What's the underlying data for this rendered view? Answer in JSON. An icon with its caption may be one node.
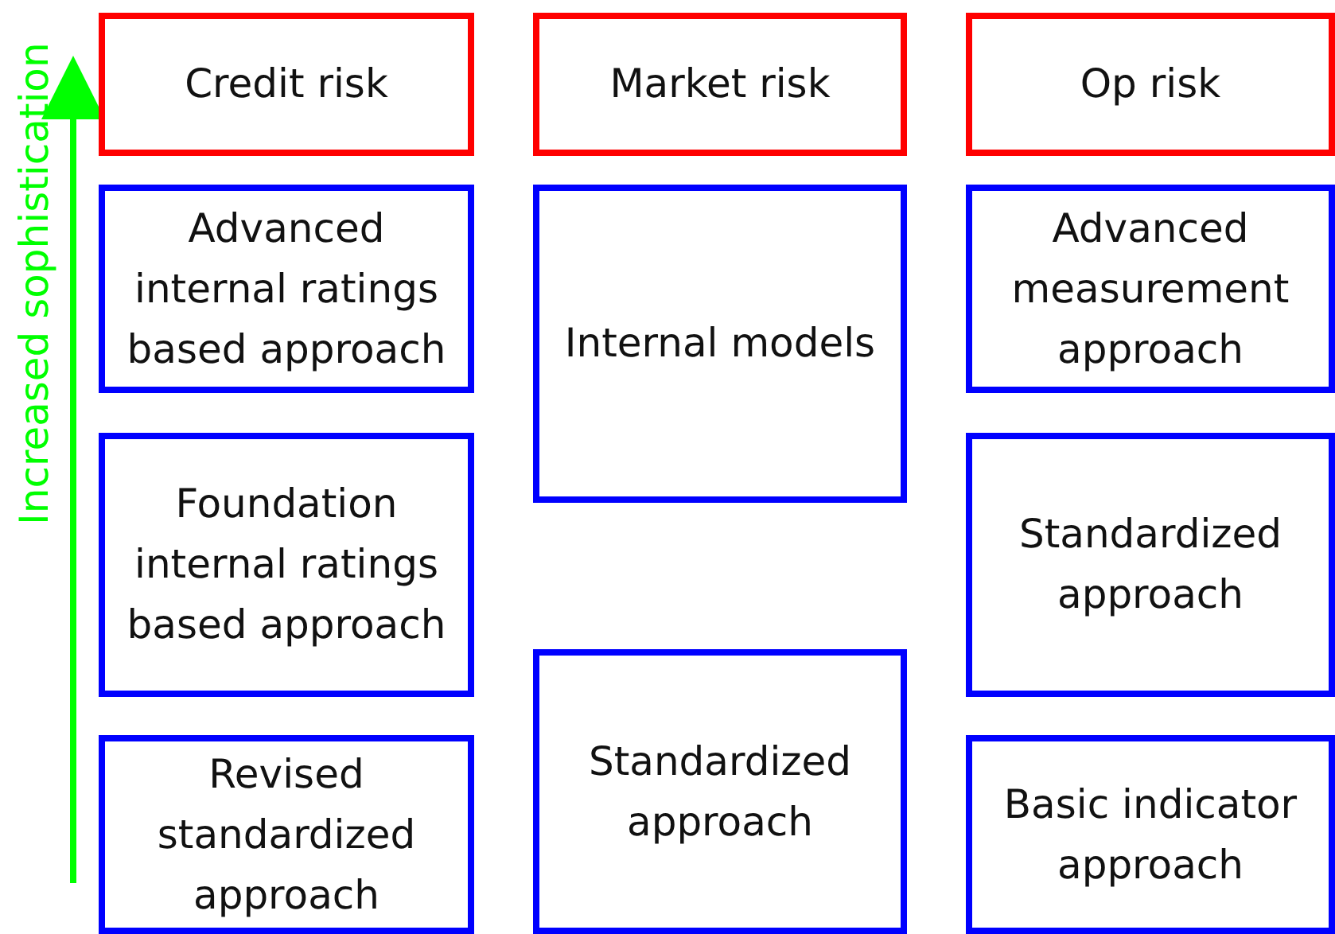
{
  "diagram": {
    "nodes": [
      {
        "text": [
          "Credit risk"
        ]
      },
      {
        "text": [
          "Market risk"
        ]
      },
      {
        "text": [
          "Op risk"
        ]
      },
      {
        "text": [
          "Advanced internal ratings based approach"
        ]
      },
      {
        "text": [
          "Internal models"
        ]
      },
      {
        "text": [
          "Advanced measurement approach"
        ]
      },
      {
        "text": [
          "Foundation internal ratings based approach"
        ]
      },
      {
        "text": [
          "Standardized approach"
        ]
      },
      {
        "text": [
          "Revised standardized approach"
        ]
      },
      {
        "text": [
          "Standardized approach"
        ]
      },
      {
        "text": [
          "Basic indicator approach"
        ]
      }
    ],
    "edges": [],
    "labels": [
      "Increased sophistication"
    ]
  }
}
